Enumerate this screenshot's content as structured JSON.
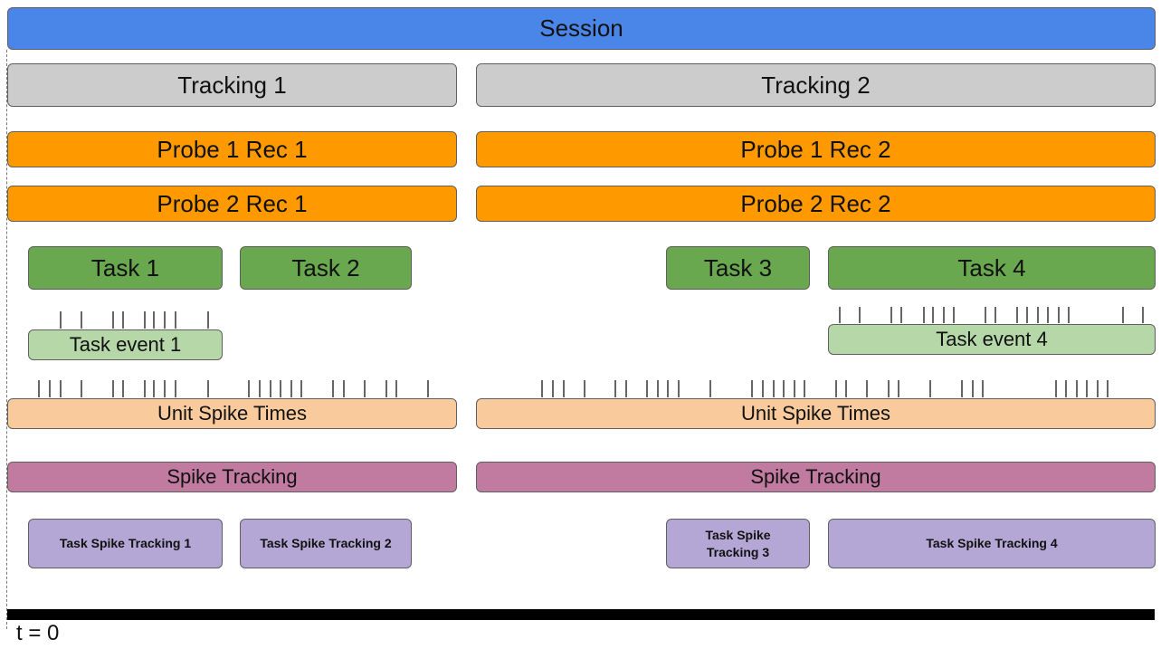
{
  "session": "Session",
  "tracking": [
    "Tracking 1",
    "Tracking 2"
  ],
  "probe1": [
    "Probe 1 Rec 1",
    "Probe 1 Rec 2"
  ],
  "probe2": [
    "Probe 2 Rec 1",
    "Probe 2 Rec 2"
  ],
  "tasks": [
    "Task 1",
    "Task 2",
    "Task 3",
    "Task 4"
  ],
  "task_events": [
    "Task event 1",
    "Task event 4"
  ],
  "unit_spike_times": [
    "Unit Spike Times",
    "Unit Spike Times"
  ],
  "spike_tracking": [
    "Spike Tracking",
    "Spike Tracking"
  ],
  "task_spike_tracking": [
    "Task Spike Tracking 1",
    "Task Spike Tracking 2",
    "Task Spike Tracking 3",
    "Task Spike Tracking 4"
  ],
  "timeline_label": "t = 0",
  "colors": {
    "session": "#4a86e8",
    "tracking": "#cccccc",
    "probe": "#ff9900",
    "task": "#6aa84f",
    "task_event": "#b6d7a8",
    "unit_spike_times": "#f9cb9c",
    "spike_tracking": "#c27ba0",
    "task_spike_tracking": "#b4a7d6"
  }
}
